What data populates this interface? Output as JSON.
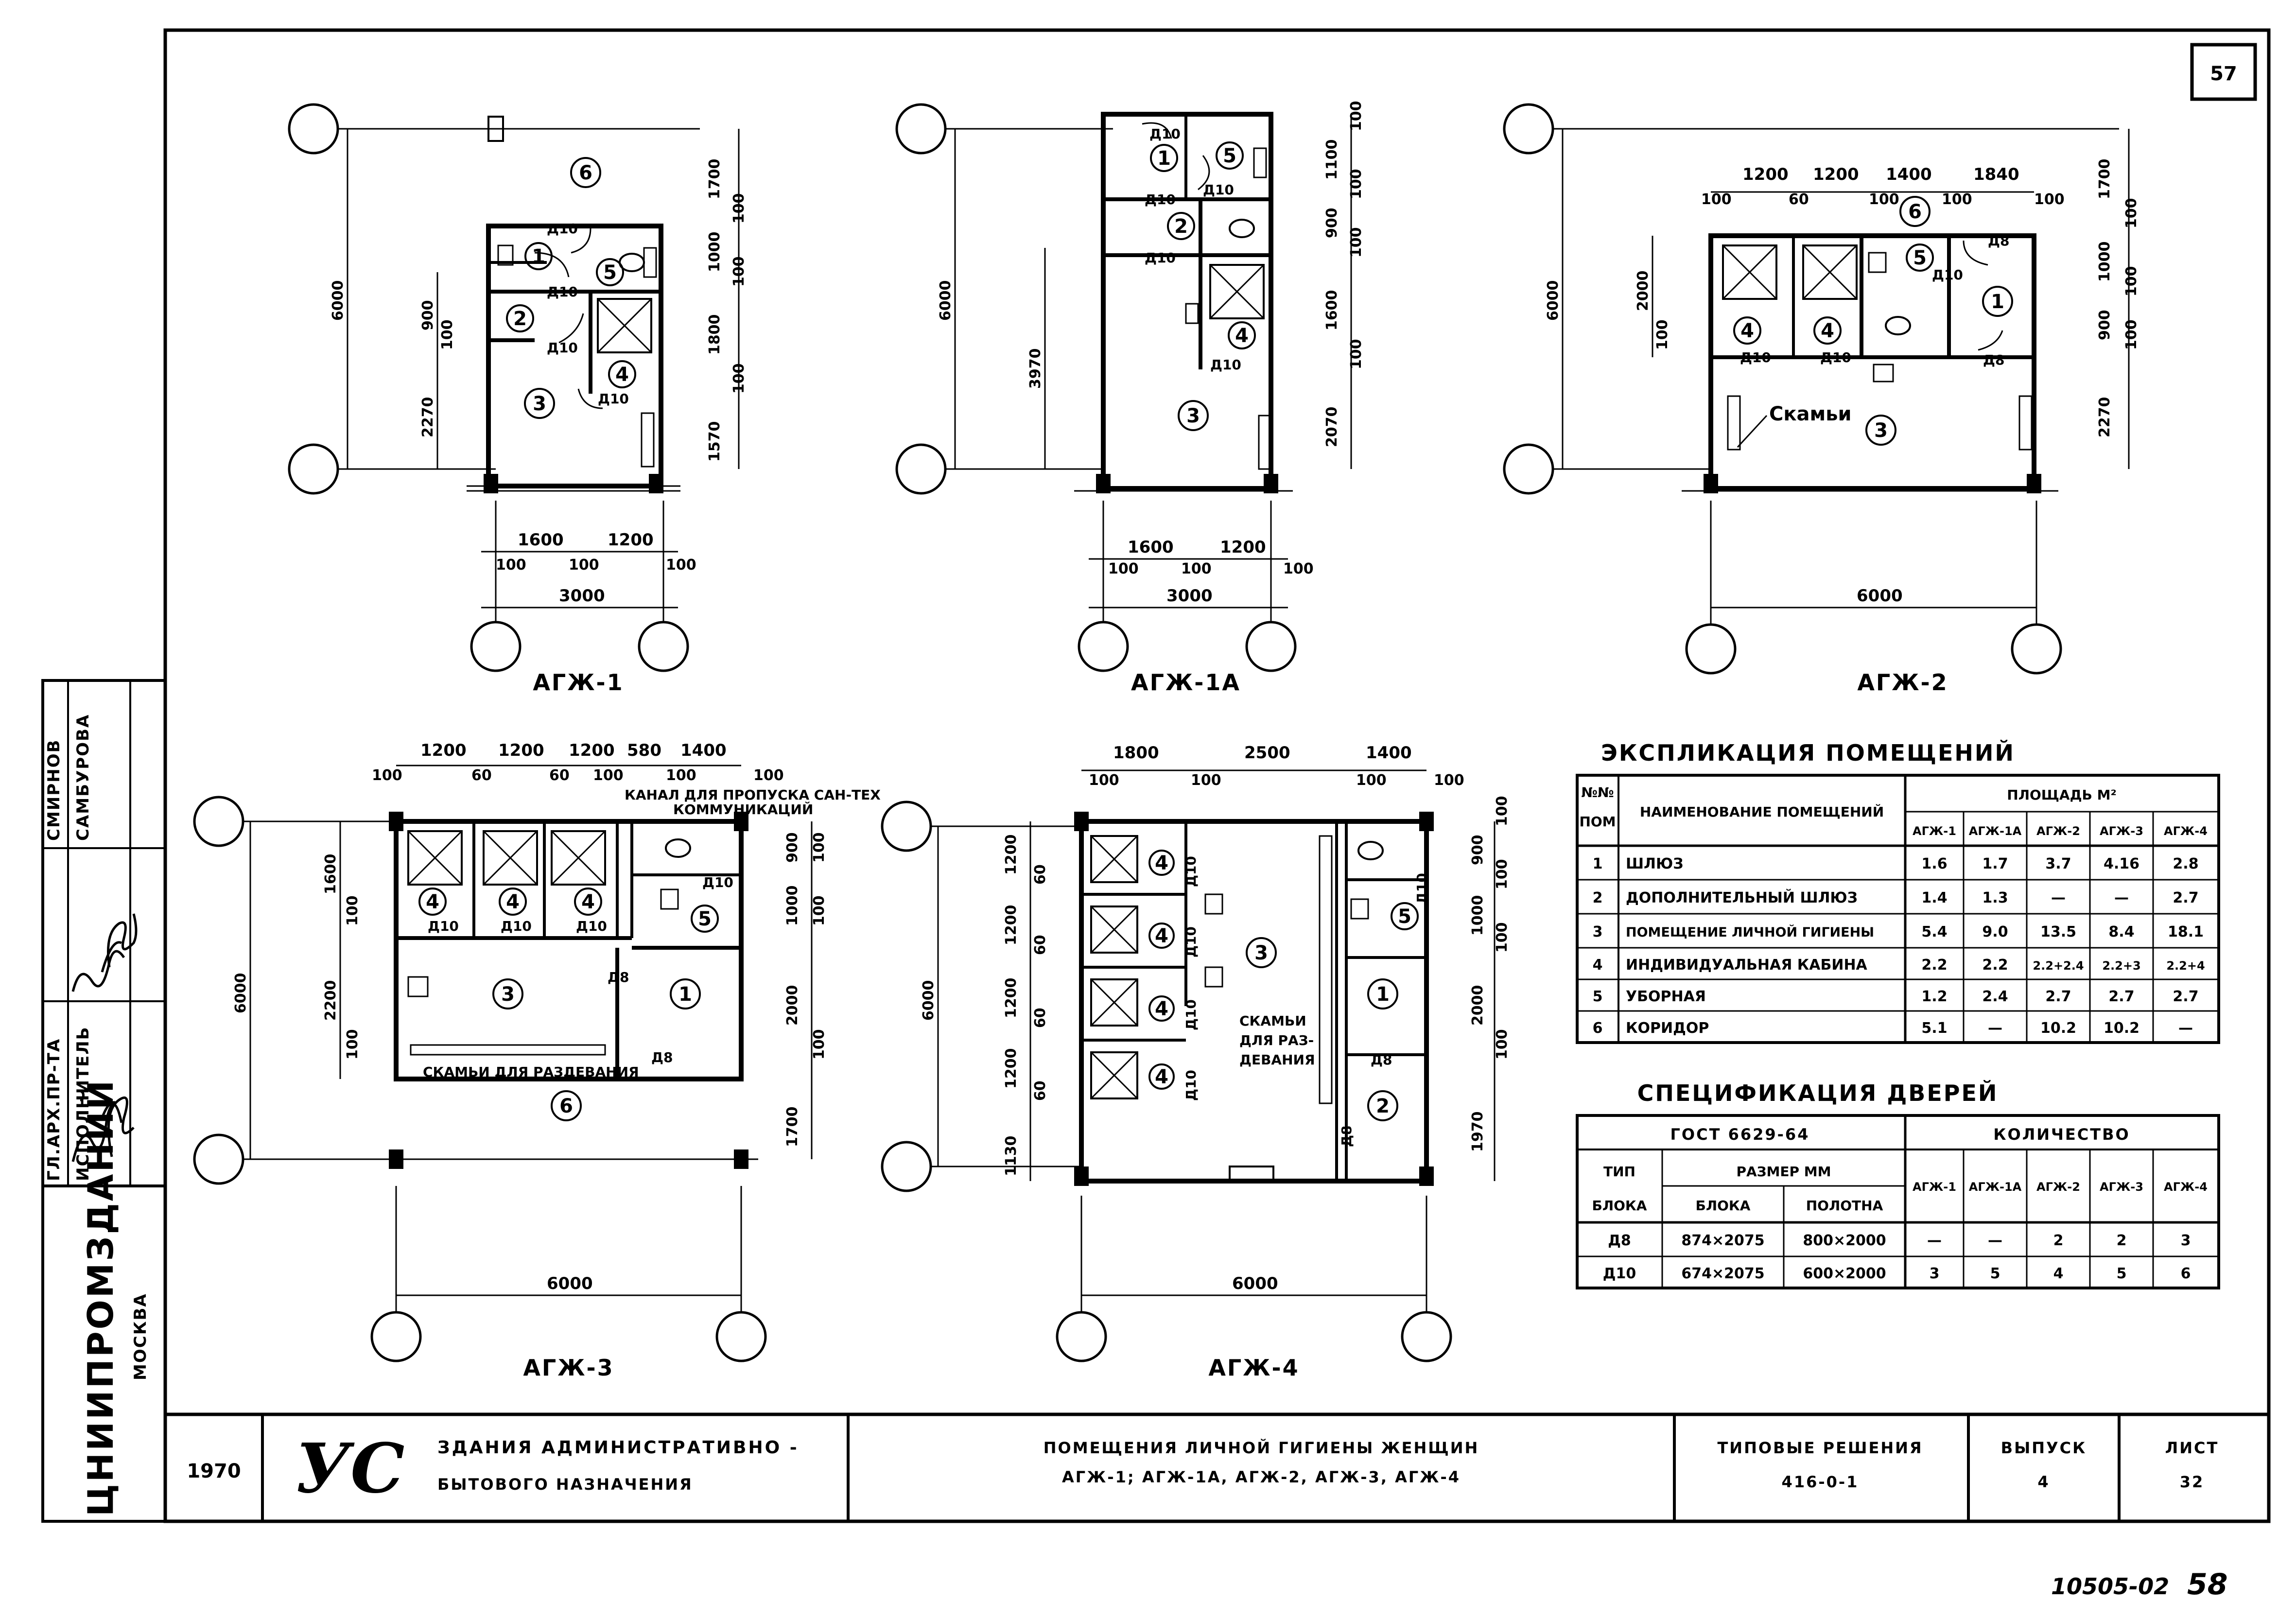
{
  "sheet": {
    "corner_number": "57",
    "bottom_code": "10505-02",
    "bottom_page": "58"
  },
  "side_stamp": {
    "org": "ЦНИИПРОМЗДАНИЙ",
    "city": "МОСКВА",
    "role1": "ГЛ.АРХ.ПР-ТА",
    "role2": "ИСПОЛНИТЕЛЬ",
    "name1": "СМИРНОВ",
    "name2": "САМБУРОВА"
  },
  "title_block": {
    "year": "1970",
    "logo": "УС",
    "building_line1": "ЗДАНИЯ  АДМИНИСТРАТИВНО -",
    "building_line2": "БЫТОВОГО   НАЗНАЧЕНИЯ",
    "title_line1": "ПОМЕЩЕНИЯ  ЛИЧНОЙ  ГИГИЕНЫ  ЖЕНЩИН",
    "title_line2": "АГЖ-1; АГЖ-1А, АГЖ-2, АГЖ-3, АГЖ-4",
    "series_label": "ТИПОВЫЕ  РЕШЕНИЯ",
    "series_value": "416-0-1",
    "issue_label": "ВЫПУСК",
    "issue_value": "4",
    "sheet_label": "ЛИСТ",
    "sheet_value": "32"
  },
  "plans": {
    "p1": {
      "caption": "АГЖ-1",
      "dims": [
        "6000",
        "900",
        "100",
        "2270",
        "1700",
        "100",
        "1000",
        "100",
        "1800",
        "100",
        "1570",
        "1600",
        "1200",
        "100",
        "100",
        "100",
        "3000"
      ],
      "rooms": [
        "1",
        "2",
        "3",
        "4",
        "5",
        "6"
      ],
      "doors": [
        "Д10",
        "Д10",
        "Д10",
        "Д10"
      ]
    },
    "p2": {
      "caption": "АГЖ-1А",
      "dims": [
        "6000",
        "3970",
        "100",
        "1100",
        "100",
        "900",
        "100",
        "1600",
        "100",
        "2070",
        "1600",
        "1200",
        "100",
        "100",
        "100",
        "3000"
      ],
      "rooms": [
        "1",
        "2",
        "3",
        "4",
        "5"
      ],
      "doors": [
        "Д10",
        "Д10",
        "Д10",
        "Д10",
        "Д10"
      ]
    },
    "p3": {
      "caption": "АГЖ-2",
      "dims": [
        "1200",
        "1200",
        "1400",
        "1840",
        "100",
        "60",
        "100",
        "100",
        "100",
        "6000",
        "2000",
        "100",
        "1700",
        "100",
        "1000",
        "100",
        "900",
        "100",
        "2270",
        "6000"
      ],
      "rooms": [
        "1",
        "3",
        "4",
        "4",
        "5",
        "6"
      ],
      "doors": [
        "Д8",
        "Д8",
        "Д10",
        "Д10",
        "Д10"
      ],
      "note": "Скамьи"
    },
    "p4": {
      "caption": "АГЖ-3",
      "dims": [
        "1200",
        "1200",
        "1200",
        "580",
        "1400",
        "100",
        "60",
        "60",
        "100",
        "100",
        "100",
        "1600",
        "100",
        "2200",
        "100",
        "6000",
        "900",
        "100",
        "1000",
        "100",
        "2000",
        "100",
        "1700",
        "6000"
      ],
      "rooms": [
        "1",
        "3",
        "4",
        "4",
        "4",
        "5",
        "6"
      ],
      "doors": [
        "Д8",
        "Д8",
        "Д10",
        "Д10",
        "Д10",
        "Д10"
      ],
      "note_top": "КАНАЛ ДЛЯ ПРОПУСКА САН-ТЕХ",
      "note_top2": "КОММУНИКАЦИЙ",
      "note_bottom": "СКАМЬИ ДЛЯ РАЗДЕВАНИЯ"
    },
    "p5": {
      "caption": "АГЖ-4",
      "dims": [
        "1800",
        "2500",
        "1400",
        "100",
        "100",
        "100",
        "100",
        "1200",
        "60",
        "1200",
        "60",
        "1200",
        "60",
        "1200",
        "60",
        "1130",
        "6000",
        "100",
        "900",
        "100",
        "1000",
        "100",
        "2000",
        "100",
        "1970",
        "6000"
      ],
      "rooms": [
        "1",
        "2",
        "3",
        "4",
        "4",
        "4",
        "4",
        "5"
      ],
      "doors": [
        "Д8",
        "Д8",
        "Д10",
        "Д10",
        "Д10",
        "Д10",
        "Д10"
      ],
      "note1": "СКАМЬИ",
      "note2": "ДЛЯ РАЗ-",
      "note3": "ДЕВАНИЯ"
    }
  },
  "explication": {
    "title": "ЭКСПЛИКАЦИЯ  ПОМЕЩЕНИЙ",
    "h_num1": "№№",
    "h_num2": "ПОМ",
    "h_name": "НАИМЕНОВАНИЕ ПОМЕЩЕНИЙ",
    "h_area": "ПЛОЩАДЬ  М²",
    "cols": [
      "АГЖ-1",
      "АГЖ-1А",
      "АГЖ-2",
      "АГЖ-3",
      "АГЖ-4"
    ],
    "rows": [
      {
        "n": "1",
        "name": "ШЛЮЗ",
        "v": [
          "1.6",
          "1.7",
          "3.7",
          "4.16",
          "2.8"
        ]
      },
      {
        "n": "2",
        "name": "ДОПОЛНИТЕЛЬНЫЙ  ШЛЮЗ",
        "v": [
          "1.4",
          "1.3",
          "—",
          "—",
          "2.7"
        ]
      },
      {
        "n": "3",
        "name": "ПОМЕЩЕНИЕ ЛИЧНОЙ ГИГИЕНЫ",
        "v": [
          "5.4",
          "9.0",
          "13.5",
          "8.4",
          "18.1"
        ]
      },
      {
        "n": "4",
        "name": "ИНДИВИДУАЛЬНАЯ  КАБИНА",
        "v": [
          "2.2",
          "2.2",
          "2.2+2.4",
          "2.2+3",
          "2.2+4"
        ]
      },
      {
        "n": "5",
        "name": "УБОРНАЯ",
        "v": [
          "1.2",
          "2.4",
          "2.7",
          "2.7",
          "2.7"
        ]
      },
      {
        "n": "6",
        "name": "КОРИДОР",
        "v": [
          "5.1",
          "—",
          "10.2",
          "10.2",
          "—"
        ]
      }
    ]
  },
  "doors_spec": {
    "title": "СПЕЦИФИКАЦИЯ  ДВЕРЕЙ",
    "h_gost": "ГОСТ  6629-64",
    "h_qty": "КОЛИЧЕСТВО",
    "h_type1": "ТИП",
    "h_type2": "БЛОКА",
    "h_size": "РАЗМЕР  ММ",
    "h_block": "БЛОКА",
    "h_leaf": "ПОЛОТНА",
    "cols": [
      "АГЖ-1",
      "АГЖ-1А",
      "АГЖ-2",
      "АГЖ-3",
      "АГЖ-4"
    ],
    "rows": [
      {
        "type": "Д8",
        "block": "874×2075",
        "leaf": "800×2000",
        "v": [
          "—",
          "—",
          "2",
          "2",
          "3"
        ]
      },
      {
        "type": "Д10",
        "block": "674×2075",
        "leaf": "600×2000",
        "v": [
          "3",
          "5",
          "4",
          "5",
          "6"
        ]
      }
    ]
  }
}
